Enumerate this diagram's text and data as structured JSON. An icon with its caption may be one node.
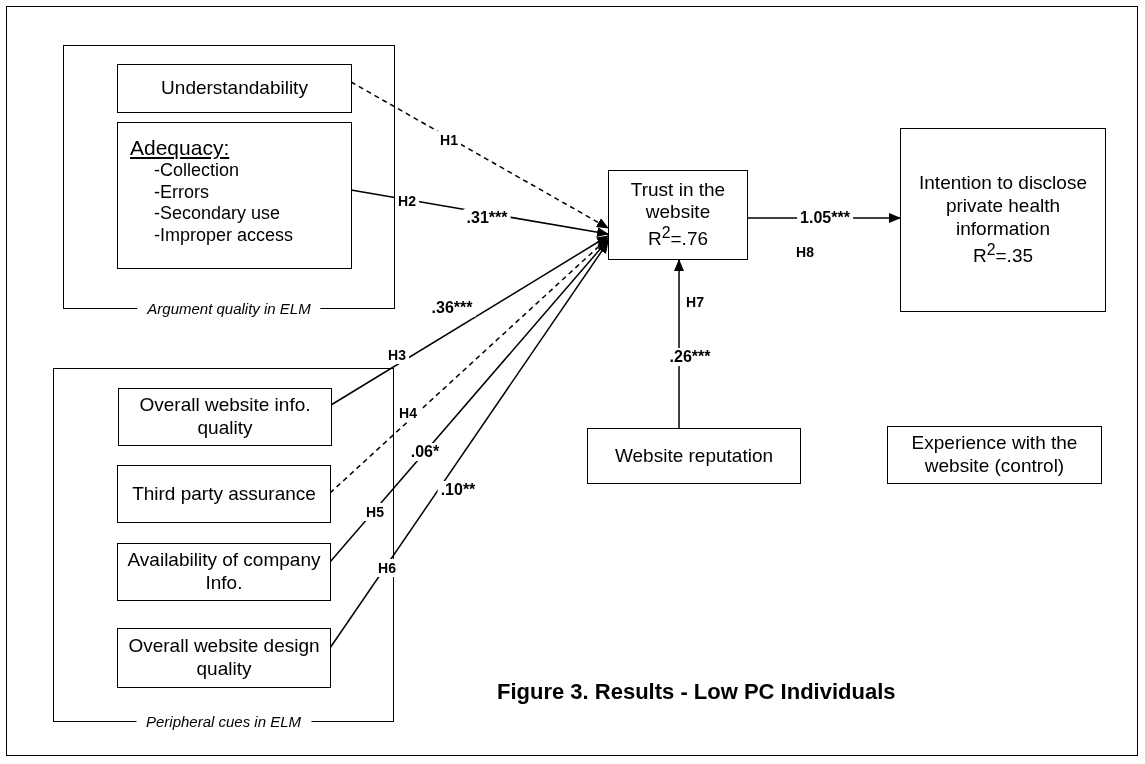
{
  "diagram": {
    "caption": "Figure 3. Results - Low PC Individuals",
    "nodes": [
      {
        "text": [
          "Argument quality in ELM"
        ]
      },
      {
        "text": [
          "Understandability"
        ],
        "in": 0
      },
      {
        "text": [
          "Adequacy:",
          "-Collection",
          "-Errors",
          "-Secondary use",
          "-Improper access"
        ],
        "in": 0
      },
      {
        "text": [
          "Peripheral cues in ELM"
        ]
      },
      {
        "text": [
          "Overall website info. quality"
        ],
        "in": 3
      },
      {
        "text": [
          "Third party assurance"
        ],
        "in": 3
      },
      {
        "text": [
          "Availability of company Info."
        ],
        "in": 3
      },
      {
        "text": [
          "Overall website design quality"
        ],
        "in": 3
      },
      {
        "text": [
          "Trust in the website",
          "R$^{2}$=.76"
        ]
      },
      {
        "text": [
          "Intention to disclose private health information",
          "R$^{2}$=.35"
        ]
      },
      {
        "text": [
          "Website reputation"
        ]
      },
      {
        "text": [
          "Experience with the website (control)"
        ]
      }
    ],
    "edges": [
      {
        "from": 1,
        "to": 8,
        "arrow": "to",
        "label": "H1",
        "style": "dashed"
      },
      {
        "from": 2,
        "to": 8,
        "arrow": "to",
        "label": "H2"
      },
      {
        "from": 4,
        "to": 8,
        "arrow": "to",
        "label": "H3"
      },
      {
        "from": 5,
        "to": 8,
        "arrow": "to",
        "label": "H4",
        "style": "dashed"
      },
      {
        "from": 6,
        "to": 8,
        "arrow": "to",
        "label": "H5"
      },
      {
        "from": 7,
        "to": 8,
        "arrow": "to",
        "label": "H6"
      },
      {
        "from": 10,
        "to": 8,
        "arrow": "to",
        "label": "H7"
      },
      {
        "from": 8,
        "to": 9,
        "arrow": "to",
        "label": "H8"
      }
    ],
    "labels": [
      ".31***",
      ".36***",
      ".06*",
      ".10**",
      ".26***",
      "1.05***"
    ]
  }
}
